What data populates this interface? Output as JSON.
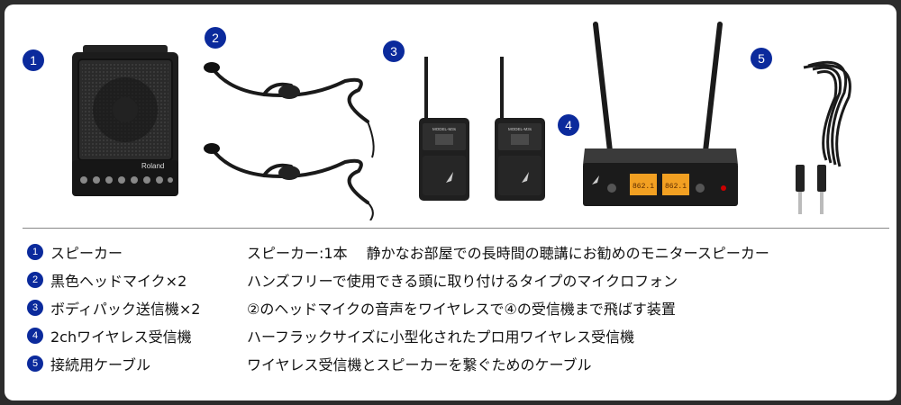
{
  "items": [
    {
      "num": "1",
      "name": "スピーカー",
      "desc": "スピーカー:1本　 静かなお部屋での長時間の聴講にお勧めのモニタースピーカー",
      "brand": "Roland"
    },
    {
      "num": "2",
      "name": "黒色ヘッドマイク×2",
      "desc": "ハンズフリーで使用できる頭に取り付けるタイプのマイクロフォン"
    },
    {
      "num": "3",
      "name": "ボディパック送信機×2",
      "desc": "②のヘッドマイクの音声をワイヤレスで④の受信機まで飛ばす装置",
      "screen_text": "MODEL-M3s"
    },
    {
      "num": "4",
      "name": "2chワイヤレス受信機",
      "desc": "ハーフラックサイズに小型化されたプロ用ワイヤレス受信機",
      "display_text": "862.1"
    },
    {
      "num": "5",
      "name": "接続用ケーブル",
      "desc": "ワイヤレス受信機とスピーカーを繋ぐためのケーブル"
    }
  ]
}
